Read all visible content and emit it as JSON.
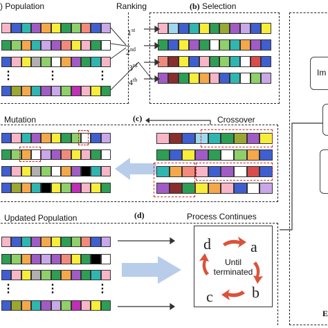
{
  "labels": {
    "population": ") Population",
    "ranking": "Ranking",
    "selection_tag": "(b)",
    "selection": "Selection",
    "mutation": "Mutation",
    "c_tag": "(c)",
    "crossover": "Crossover",
    "updated_population": "Updated Population",
    "d_tag": "(d)",
    "process_continues": "Process Continues",
    "until": "Until",
    "terminated": "terminated",
    "side_im": "Im",
    "side_bottom": "E"
  },
  "ranks": [
    {
      "num": "1",
      "sup": "st"
    },
    {
      "num": "2",
      "sup": "nd"
    },
    {
      "num": "3",
      "sup": "rd"
    },
    {
      "num": "4",
      "sup": "th"
    }
  ],
  "cycle_letters": [
    "d",
    "a",
    "b",
    "c"
  ],
  "dots_glyph": "⋮",
  "colors": {
    "pink": "#f7b6c8",
    "blue": "#3f5fd0",
    "teal": "#2fb6b0",
    "purple": "#a05cc4",
    "orange": "#f4a84a",
    "yellow": "#f6ee3a",
    "green": "#2e9e55",
    "lgreen": "#8fd06a",
    "salmon": "#f28a7c",
    "lavender": "#c8a8e8",
    "white": "#ffffff",
    "black": "#000000",
    "gray": "#b0b0b0",
    "olive": "#9aa832",
    "magenta": "#c02fb8",
    "brown": "#8a2d2d",
    "cyan": "#9fd8ee",
    "red": "#d94c4c",
    "accent_arrow": "#b8cdea",
    "cycle_arrow": "#d9533a"
  },
  "rows": {
    "population": [
      [
        "pink",
        "blue",
        "teal",
        "purple",
        "orange",
        "yellow",
        "green",
        "lgreen",
        "salmon",
        "blue",
        "lavender"
      ],
      [
        "green",
        "lgreen",
        "orange",
        "teal",
        "lavender",
        "purple",
        "salmon",
        "yellow",
        "pink",
        "green",
        "white"
      ],
      [
        "blue",
        "pink",
        "yellow",
        "gray",
        "lgreen",
        "white",
        "orange",
        "purple",
        "green",
        "teal",
        "pink"
      ],
      [
        "blue",
        "olive",
        "orange",
        "teal",
        "purple",
        "lavender",
        "lgreen",
        "magenta",
        "pink",
        "yellow",
        "green"
      ]
    ],
    "selection": [
      [
        "pink",
        "cyan",
        "blue",
        "teal",
        "yellow",
        "green",
        "olive",
        "purple",
        "lavender",
        "blue",
        "yellow"
      ],
      [
        "green",
        "blue",
        "yellow",
        "purple",
        "green",
        "white",
        "lgreen",
        "teal",
        "orange",
        "purple",
        "blue"
      ],
      [
        "salmon",
        "brown",
        "yellow",
        "blue",
        "pink",
        "green",
        "lgreen",
        "teal",
        "white",
        "red",
        "blue"
      ],
      [
        "purple",
        "brown",
        "green",
        "yellow",
        "orange",
        "pink",
        "blue",
        "teal",
        "white",
        "lgreen",
        "lavender"
      ]
    ],
    "mutation": [
      [
        "blue",
        "pink",
        "teal",
        "purple",
        "orange",
        "yellow",
        "green",
        "lgreen",
        "white",
        "blue",
        "lavender"
      ],
      [
        "green",
        "lgreen",
        "orange",
        "white",
        "lavender",
        "purple",
        "salmon",
        "yellow",
        "pink",
        "green",
        "white"
      ],
      [
        "blue",
        "pink",
        "yellow",
        "gray",
        "lgreen",
        "white",
        "orange",
        "purple",
        "black",
        "teal",
        "pink"
      ],
      [
        "blue",
        "olive",
        "orange",
        "teal",
        "black",
        "yellow",
        "lgreen",
        "magenta",
        "pink",
        "yellow",
        "green"
      ]
    ],
    "crossover": [
      [
        "pink",
        "brown",
        "blue",
        "cyan",
        "teal",
        "green",
        "olive",
        "purple",
        "yellow"
      ],
      [
        "green",
        "blue",
        "yellow",
        "purple",
        "green",
        "white",
        "lgreen",
        "orange",
        "blue"
      ],
      [
        "teal",
        "orange",
        "salmon",
        "pink",
        "blue",
        "purple",
        "white",
        "red",
        "blue"
      ],
      [
        "purple",
        "brown",
        "green",
        "yellow",
        "orange",
        "pink",
        "blue",
        "white",
        "lavender"
      ]
    ],
    "updated": [
      [
        "pink",
        "blue",
        "teal",
        "purple",
        "orange",
        "yellow",
        "green",
        "lgreen",
        "salmon",
        "blue",
        "lavender"
      ],
      [
        "green",
        "lgreen",
        "orange",
        "purple",
        "lavender",
        "purple",
        "salmon",
        "yellow",
        "green",
        "black",
        "white"
      ],
      [
        "blue",
        "pink",
        "yellow",
        "gray",
        "lgreen",
        "green",
        "orange",
        "purple",
        "green",
        "teal",
        "pink"
      ],
      [
        "blue",
        "olive",
        "orange",
        "teal",
        "purple",
        "lavender",
        "lgreen",
        "magenta",
        "pink",
        "yellow",
        "green"
      ]
    ]
  }
}
